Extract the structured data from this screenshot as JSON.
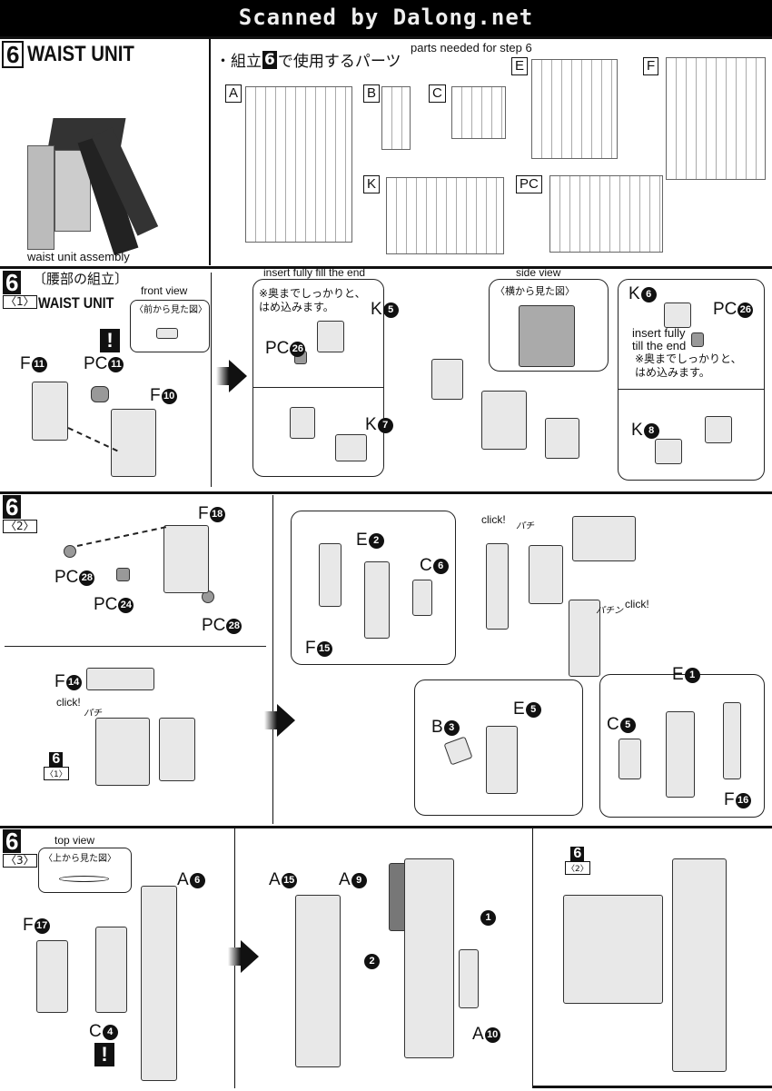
{
  "header": {
    "watermark": "Scanned by Dalong.net"
  },
  "step6": {
    "number": "6",
    "title": "WAIST UNIT",
    "image_caption": "waist unit assembly",
    "parts_heading_jp": "・組立",
    "parts_heading_num": "6",
    "parts_heading_jp2": "で使用するパーツ",
    "parts_heading_en": "parts needed for step 6",
    "runners": [
      "A",
      "B",
      "C",
      "E",
      "F",
      "K",
      "PC"
    ]
  },
  "sub1": {
    "number": "6",
    "sub": "〈1〉",
    "title_jp": "〔腰部の組立〕",
    "title_en": "WAIST UNIT",
    "front_view_en": "front view",
    "front_view_jp": "〈前から見た図〉",
    "insert_en": "insert fully fill the end",
    "insert_jp": "※奥までしっかりと、\nはめ込みます。",
    "side_view_en": "side view",
    "side_view_jp": "〈横から見た図〉",
    "insert2_en": "insert fully\ntill the end",
    "insert2_jp": "※奥までしっかりと、\nはめ込みます。",
    "parts": [
      {
        "l": "F",
        "n": "11"
      },
      {
        "l": "PC",
        "n": "11"
      },
      {
        "l": "F",
        "n": "10"
      },
      {
        "l": "PC",
        "n": "26"
      },
      {
        "l": "K",
        "n": "5"
      },
      {
        "l": "K",
        "n": "7"
      },
      {
        "l": "K",
        "n": "6"
      },
      {
        "l": "PC",
        "n": "26"
      },
      {
        "l": "K",
        "n": "8"
      }
    ],
    "warning": "!"
  },
  "sub2": {
    "number": "6",
    "sub": "〈2〉",
    "click": "click!",
    "click_jp": "パチ",
    "click2_jp": "パチン",
    "ref_num": "6",
    "ref_sub": "〈1〉",
    "parts": [
      {
        "l": "F",
        "n": "18"
      },
      {
        "l": "PC",
        "n": "28"
      },
      {
        "l": "PC",
        "n": "24"
      },
      {
        "l": "PC",
        "n": "28"
      },
      {
        "l": "F",
        "n": "14"
      },
      {
        "l": "E",
        "n": "2"
      },
      {
        "l": "C",
        "n": "6"
      },
      {
        "l": "F",
        "n": "15"
      },
      {
        "l": "B",
        "n": "3"
      },
      {
        "l": "E",
        "n": "5"
      },
      {
        "l": "C",
        "n": "5"
      },
      {
        "l": "E",
        "n": "1"
      },
      {
        "l": "F",
        "n": "16"
      }
    ]
  },
  "sub3": {
    "number": "6",
    "sub": "〈3〉",
    "top_view_en": "top view",
    "top_view_jp": "〈上から見た図〉",
    "ref_num": "6",
    "ref_sub": "〈2〉",
    "order1": "1",
    "order2": "2",
    "warning": "!",
    "parts": [
      {
        "l": "F",
        "n": "17"
      },
      {
        "l": "A",
        "n": "6"
      },
      {
        "l": "C",
        "n": "4"
      },
      {
        "l": "A",
        "n": "15"
      },
      {
        "l": "A",
        "n": "9"
      },
      {
        "l": "A",
        "n": "10"
      }
    ]
  }
}
